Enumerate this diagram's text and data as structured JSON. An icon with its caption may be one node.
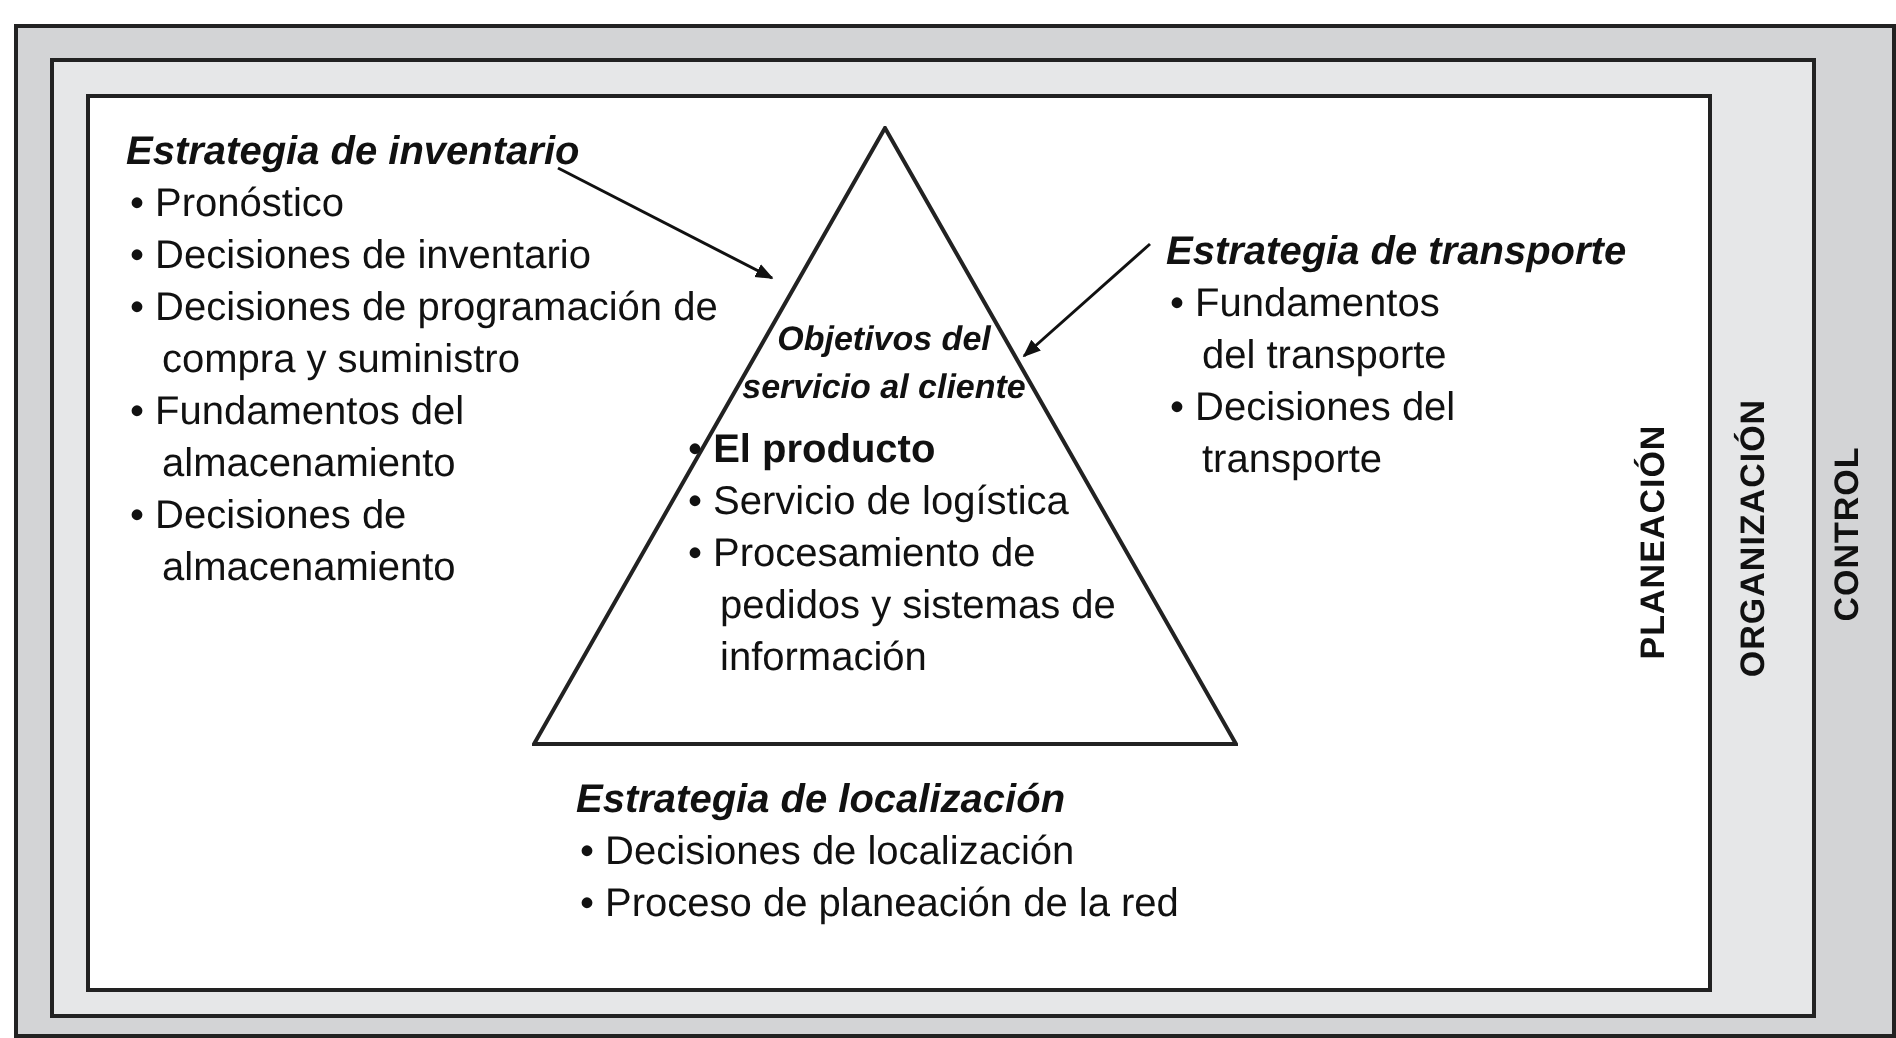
{
  "diagram": {
    "nodes": [
      {
        "text": [
          "CONTROL"
        ]
      },
      {
        "text": [
          "ORGANIZACIÓN"
        ],
        "in": 0
      },
      {
        "text": [
          "PLANEACIÓN"
        ],
        "in": 1
      },
      {
        "text": [
          "Estrategia de inventario",
          "• Pronóstico",
          "• Decisiones de inventario",
          "• Decisiones de programación de compra y suministro",
          "• Fundamentos del almacenamiento",
          "• Decisiones de almacenamiento"
        ],
        "in": 2
      },
      {
        "text": [
          "Objetivos del servicio al cliente",
          "• **El producto**",
          "• Servicio de logística",
          "• Procesamiento de pedidos y sistemas de información"
        ],
        "in": 2
      },
      {
        "text": [
          "Estrategia de transporte",
          "• Fundamentos del transporte",
          "• Decisiones del transporte"
        ],
        "in": 2
      },
      {
        "text": [
          "Estrategia de localización",
          "• Decisiones de localización",
          "• Proceso de planeación de la red"
        ],
        "in": 2
      }
    ],
    "edges": [
      {
        "from": 3,
        "to": 4,
        "arrow": "to"
      },
      {
        "from": 5,
        "to": 4,
        "arrow": "to"
      }
    ]
  }
}
